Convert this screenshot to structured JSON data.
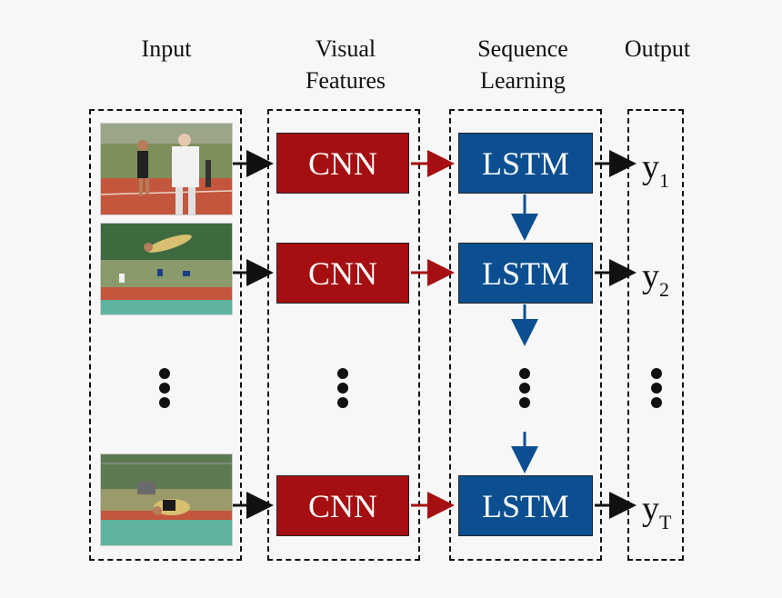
{
  "headers": {
    "input": "Input",
    "visual_1": "Visual",
    "visual_2": "Features",
    "sequence_1": "Sequence",
    "sequence_2": "Learning",
    "output": "Output"
  },
  "rows": [
    {
      "cnn": "CNN",
      "lstm": "LSTM",
      "out_base": "y",
      "out_sub": "1"
    },
    {
      "cnn": "CNN",
      "lstm": "LSTM",
      "out_base": "y",
      "out_sub": "2"
    },
    {
      "cnn": "CNN",
      "lstm": "LSTM",
      "out_base": "y",
      "out_sub": "T"
    }
  ],
  "colors": {
    "cnn": "#a50f11",
    "lstm": "#0b4f91",
    "cnn_to_lstm_arrow": "#a50f11",
    "lstm_chain_arrow": "#0b4f91",
    "default_arrow": "#111111"
  }
}
